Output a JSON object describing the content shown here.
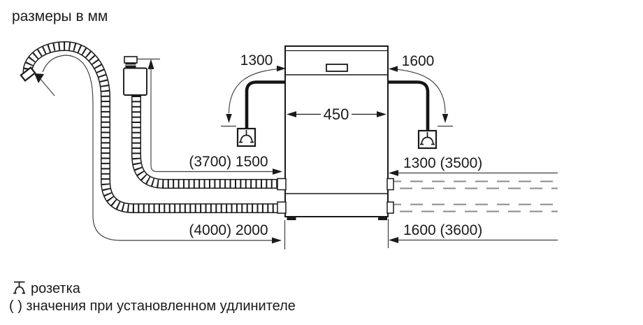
{
  "title": "размеры в мм",
  "dimensions": {
    "cable_left": "1300",
    "cable_right": "1600",
    "appliance_width": "450",
    "inlet_hose_left": "(3700) 1500",
    "drain_hose_left": "(4000) 2000",
    "inlet_hose_right": "1300 (3500)",
    "drain_hose_right": "1600 (3600)"
  },
  "legend": {
    "socket_label": "розетка",
    "extension_note": "( ) значения при установленном удлинителе"
  },
  "icons": {
    "socket": "socket-outlet-icon",
    "flow_arrow": "drain-direction-arrow-icon"
  },
  "colors": {
    "line": "#1a1a1a",
    "thin_line": "#3f3f3f",
    "dashed_hose": "#8a8a8a",
    "background": "#ffffff"
  }
}
